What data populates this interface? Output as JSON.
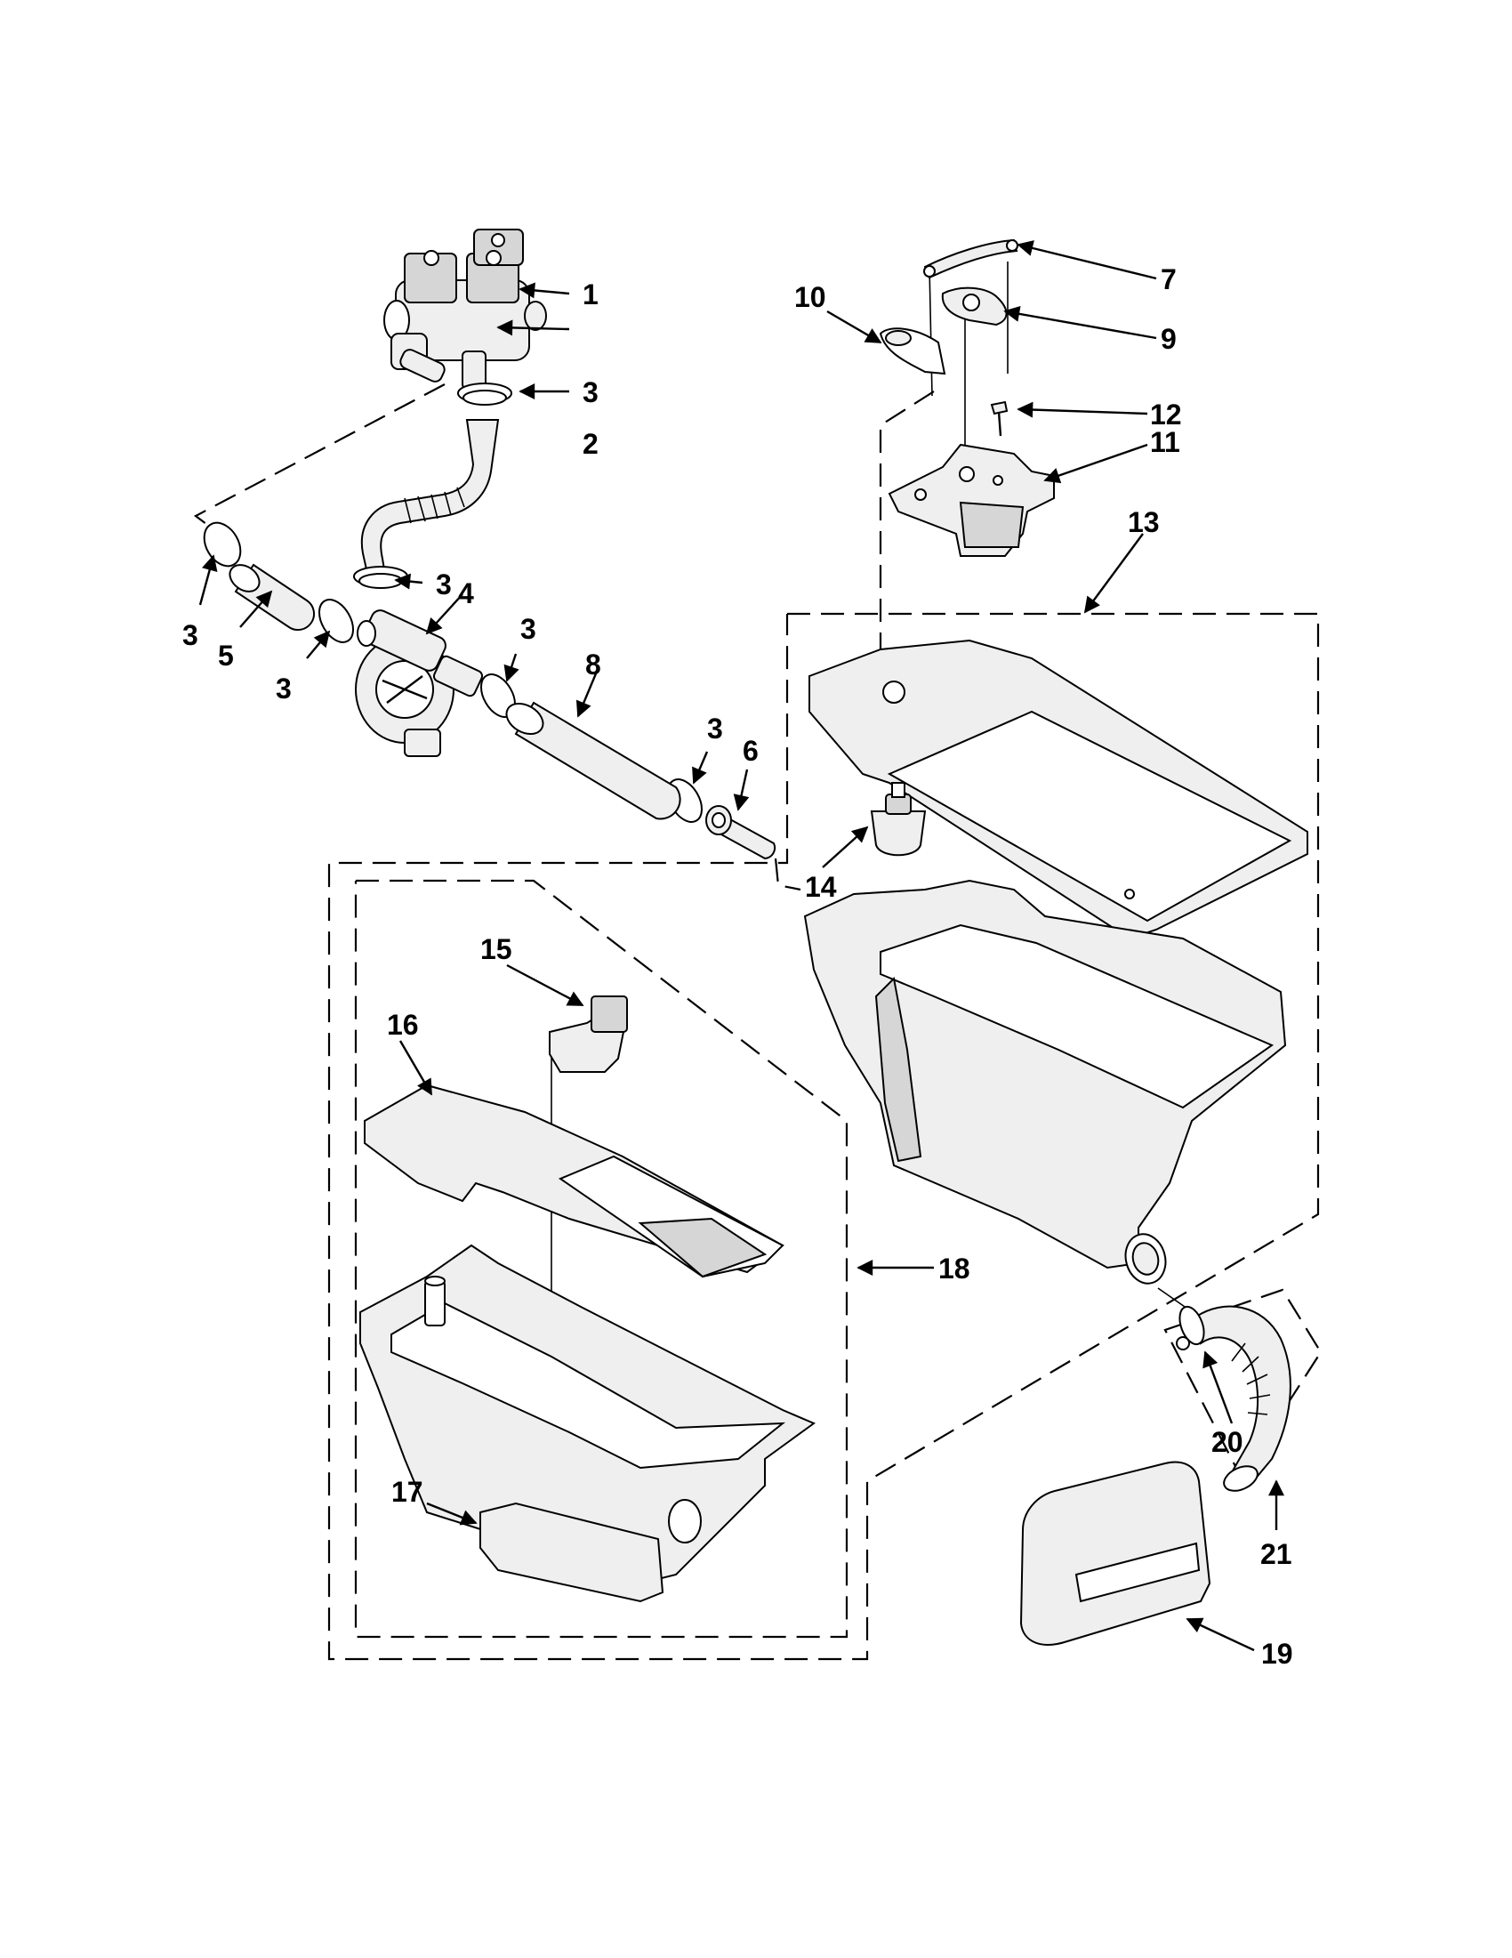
{
  "callouts": [
    {
      "id": "c1a",
      "text": "1"
    },
    {
      "id": "c2a",
      "text": "2"
    },
    {
      "id": "c3a",
      "text": "3"
    },
    {
      "id": "c3b",
      "text": "3"
    },
    {
      "id": "c3c",
      "text": "3"
    },
    {
      "id": "c3d",
      "text": "3"
    },
    {
      "id": "c3e",
      "text": "3"
    },
    {
      "id": "c3f",
      "text": "3"
    },
    {
      "id": "c4a",
      "text": "4"
    },
    {
      "id": "c5a",
      "text": "5"
    },
    {
      "id": "c6a",
      "text": "6"
    },
    {
      "id": "c7a",
      "text": "7"
    },
    {
      "id": "c8a",
      "text": "8"
    },
    {
      "id": "c9a",
      "text": "9"
    },
    {
      "id": "c10a",
      "text": "10"
    },
    {
      "id": "c11a",
      "text": "11"
    },
    {
      "id": "c12a",
      "text": "12"
    },
    {
      "id": "c13a",
      "text": "13"
    },
    {
      "id": "c14a",
      "text": "14"
    },
    {
      "id": "c15a",
      "text": "15"
    },
    {
      "id": "c16a",
      "text": "16"
    },
    {
      "id": "c17a",
      "text": "17"
    },
    {
      "id": "c18a",
      "text": "18"
    },
    {
      "id": "c19a",
      "text": "19"
    },
    {
      "id": "c20a",
      "text": "20"
    },
    {
      "id": "c21a",
      "text": "21"
    }
  ]
}
